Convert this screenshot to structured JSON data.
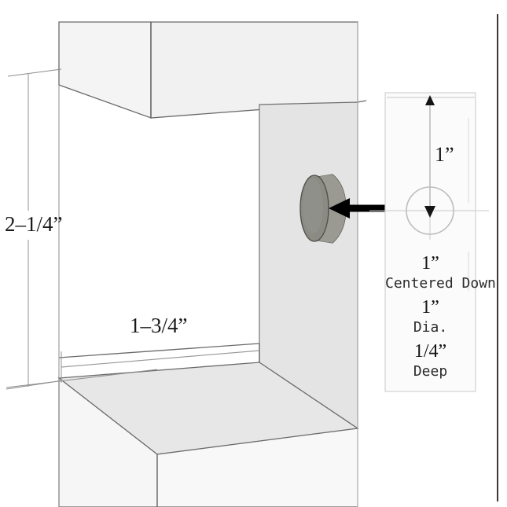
{
  "drawing": {
    "title": "Shelf notch detail with 1 inch diameter counterbore",
    "background_color": "#ffffff",
    "face_fill": "#e2e2e2",
    "top_fill": "#f2f2f2",
    "shelf_fill": "#e6e6e6",
    "plug_fill": "#8d8d86",
    "outline_color": "#5a5a5a",
    "dimension_line_color": "#9a9a9a",
    "arrow_color": "#000000"
  },
  "dimensions": {
    "height_label": "2–1/4”",
    "depth_label": "1–3/4”"
  },
  "detail_panel": {
    "vertical_dim_label": "1”",
    "notes": [
      {
        "value": "1”",
        "caption": "Centered Down"
      },
      {
        "value": "1”",
        "caption": "Dia."
      },
      {
        "value": "1/4”",
        "caption": "Deep"
      }
    ]
  },
  "callout": {
    "arrow_name": "leader-arrow-to-counterbore"
  }
}
